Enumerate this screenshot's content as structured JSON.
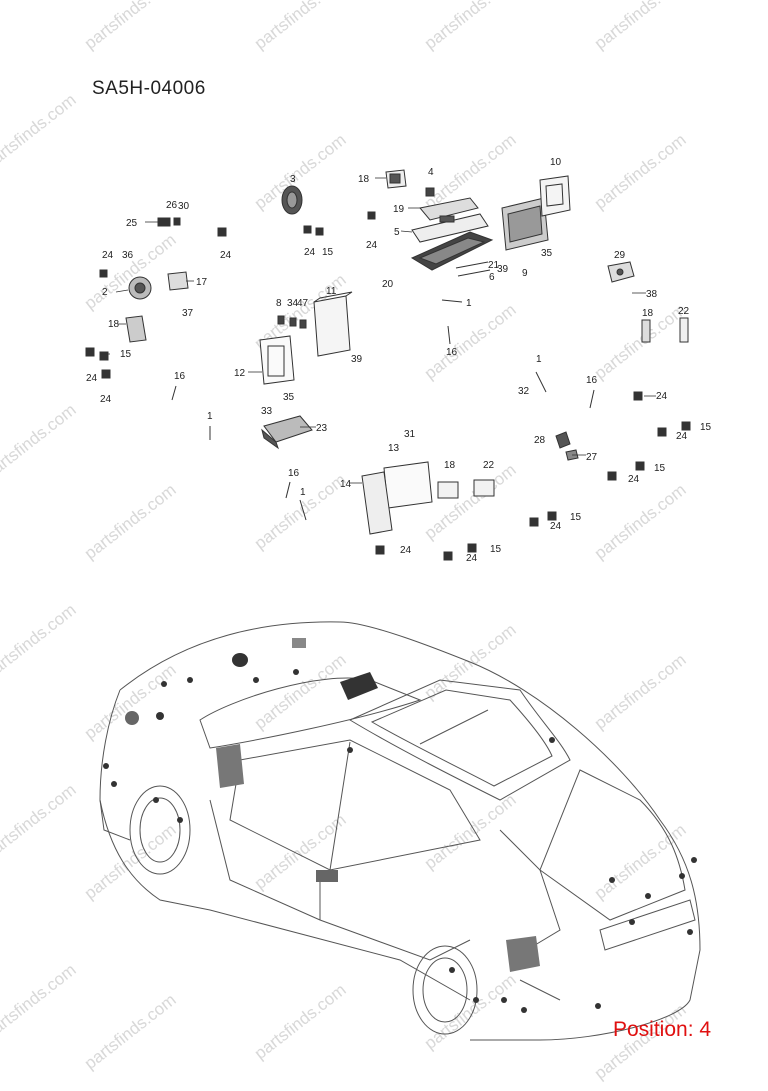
{
  "diagram_code": "SA5H-04006",
  "position_label": "Position: 4",
  "watermark": "partsfinds.com",
  "colors": {
    "position_text": "#e01010",
    "line": "#333333",
    "watermark": "#d8d8d8"
  },
  "callouts": [
    "1",
    "2",
    "3",
    "4",
    "5",
    "6",
    "8",
    "9",
    "10",
    "11",
    "12",
    "13",
    "14",
    "15",
    "16",
    "17",
    "18",
    "19",
    "20",
    "21",
    "22",
    "23",
    "24",
    "25",
    "26",
    "27",
    "28",
    "29",
    "30",
    "31",
    "32",
    "33",
    "34",
    "35",
    "36",
    "37",
    "38",
    "39",
    "47"
  ]
}
